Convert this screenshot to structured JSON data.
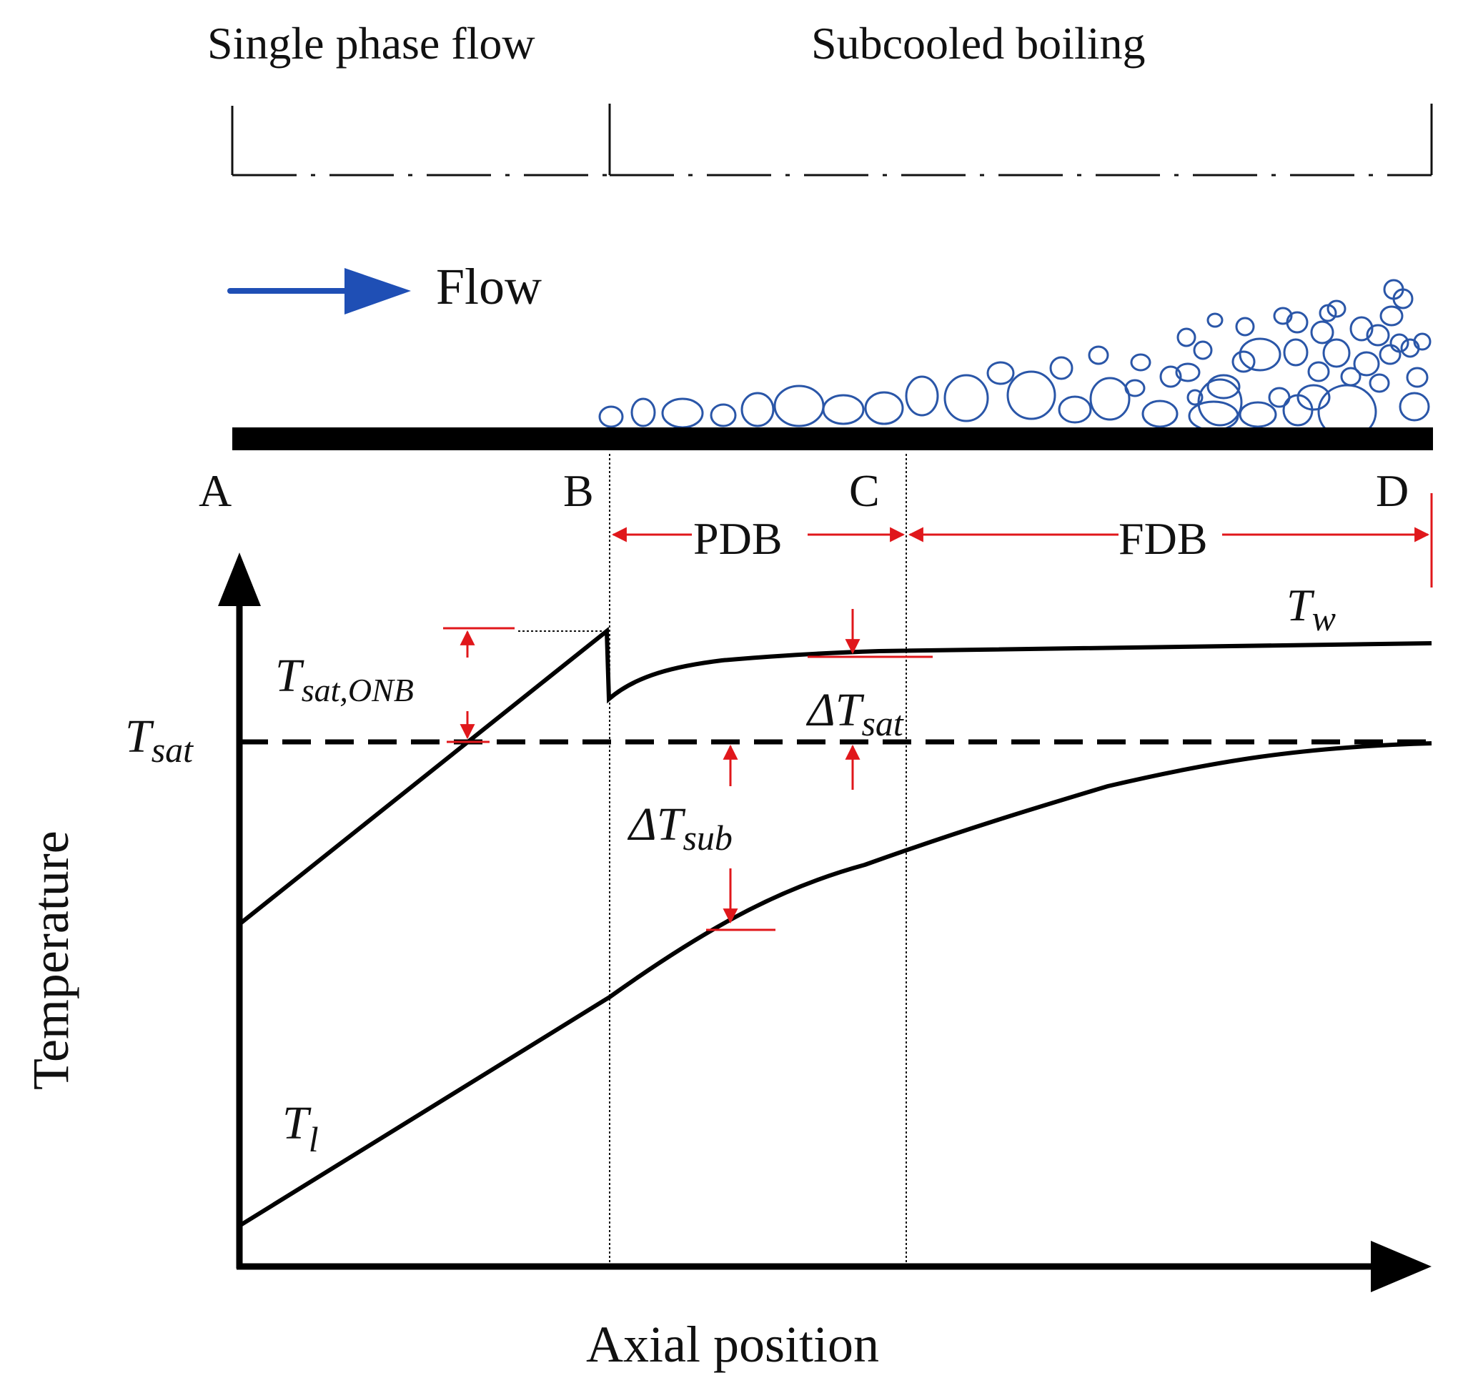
{
  "header": {
    "single_phase": "Single phase flow",
    "subcooled": "Subcooled boiling"
  },
  "flow": {
    "label": "Flow",
    "arrow_color": "#1f4fb5",
    "icon": "right-arrow-icon"
  },
  "bubble_color": "#2a56a8",
  "points": {
    "a": "A",
    "b": "B",
    "c": "C",
    "d": "D"
  },
  "regions": {
    "pdb": "PDB",
    "fdb": "FDB"
  },
  "axes": {
    "x_label": "Axial position",
    "y_label": "Temperature"
  },
  "curves": {
    "tw": {
      "main": "T",
      "sub": "w"
    },
    "tl": {
      "main": "T",
      "sub": "l"
    },
    "tsat": {
      "main": "T",
      "sub": "sat"
    }
  },
  "annotations": {
    "tsat_onb": {
      "main": "T",
      "sub": "sat,ONB"
    },
    "dt_sat": {
      "main": "ΔT",
      "sub": "sat"
    },
    "dt_sub": {
      "main": "ΔT",
      "sub": "sub"
    }
  },
  "annotation_color": "#e0171b"
}
